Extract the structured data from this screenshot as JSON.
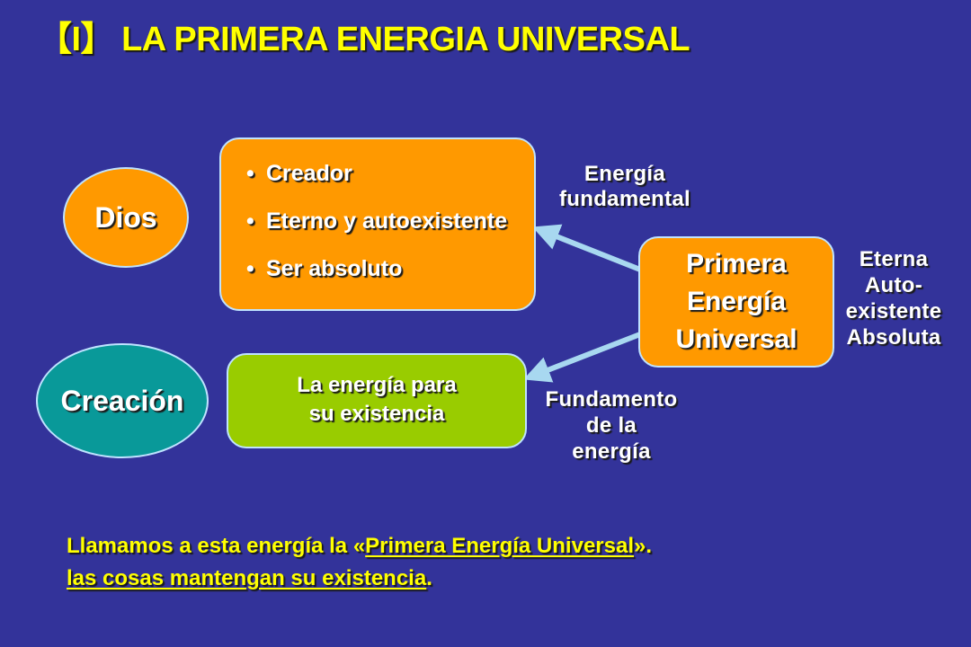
{
  "title": {
    "bracket": "【I】",
    "text": "LA PRIMERA ENERGIA UNIVERSAL"
  },
  "dios": {
    "label": "Dios"
  },
  "creacion": {
    "label": "Creación"
  },
  "attributes": {
    "bullet": "•",
    "items": [
      "Creador",
      "Eterno y autoexistente",
      "Ser absoluto"
    ]
  },
  "energy_box": {
    "line1": "La energía para",
    "line2": "su existencia"
  },
  "primera": {
    "line1": "Primera",
    "line2": "Energía",
    "line3": "Universal"
  },
  "labels": {
    "energia_fundamental": {
      "line1": "Energía",
      "line2": "fundamental"
    },
    "eterna": {
      "line1": "Eterna",
      "line2": "Auto-",
      "line3": "existente",
      "line4": "Absoluta"
    },
    "fundamento": {
      "line1": "Fundamento",
      "line2": "de la",
      "line3": "energía"
    }
  },
  "bottom": {
    "line1_prefix": "Llamamos a esta energía la «",
    "line1_underlined": "Primera Energía Universal",
    "line1_suffix": "».",
    "line2_underlined": "las cosas mantengan su existencia",
    "line2_suffix": "."
  },
  "colors": {
    "background": "#33339a",
    "title": "#ffff00",
    "orange": "#ff9900",
    "teal": "#099999",
    "green": "#99cc00",
    "arrow": "#a8d8f0",
    "border": "#bfe3ff"
  }
}
